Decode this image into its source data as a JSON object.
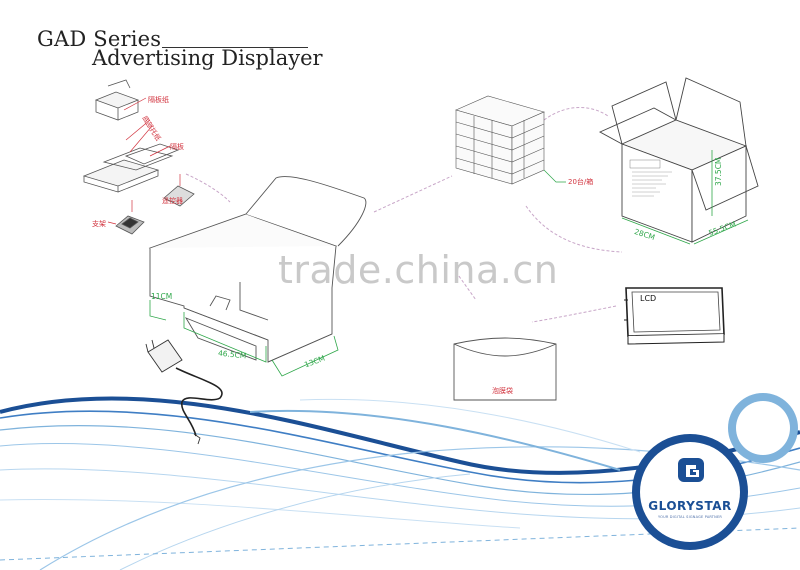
{
  "title": {
    "line1": "GAD Series",
    "line2": "Advertising Displayer"
  },
  "watermark": "trade.china.cn",
  "parts_labels": {
    "carton_liner": "隔板纸",
    "side_note": "底部托纸",
    "board": "隔板",
    "remote": "遥控器",
    "bracket": "支架"
  },
  "pack_labels": {
    "units_per_carton": "20台/箱"
  },
  "carton_dimensions": {
    "height": "37.5CM",
    "depth": "55.5CM",
    "width": "28CM"
  },
  "single_box_dimensions": {
    "height": "11CM",
    "length": "46.5CM",
    "width": "13CM"
  },
  "screen_label": "LCD",
  "bag_label": "泡膜袋",
  "brand": {
    "name": "GLORYSTAR",
    "tagline": "YOUR DIGITAL SIGNAGE PARTNER"
  },
  "colors": {
    "accent_blue": "#1b4f95",
    "light_blue": "#7fb3dc",
    "dimension_green": "#2fa74a",
    "label_red": "#d2343f",
    "arrow_pink": "#c8a6c8"
  }
}
